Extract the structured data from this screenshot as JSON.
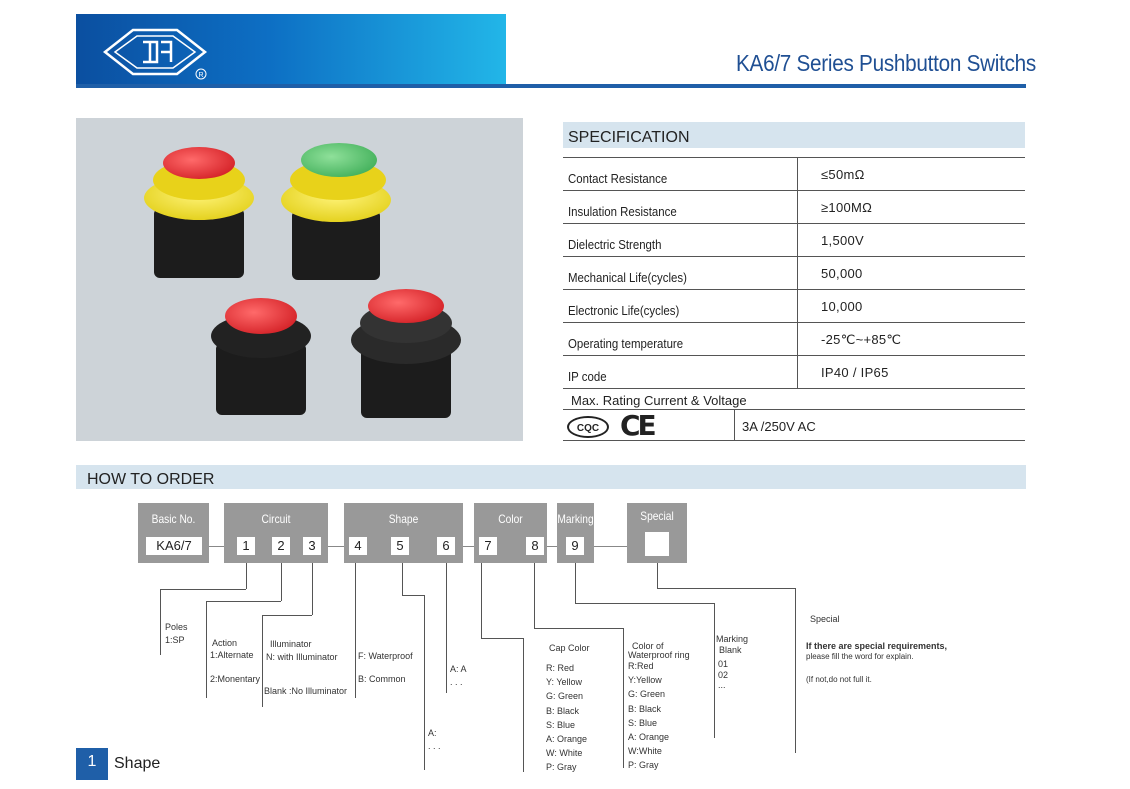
{
  "header": {
    "title": "KA6/7 Series Pushbutton Switchs"
  },
  "spec": {
    "title": "SPECIFICATION",
    "rows": [
      {
        "label": "Contact Resistance",
        "value": "≤50mΩ"
      },
      {
        "label": "Insulation Resistance",
        "value": "≥100MΩ"
      },
      {
        "label": "Dielectric Strength",
        "value": "1,500V"
      },
      {
        "label": "Mechanical Life(cycles)",
        "value": "50,000"
      },
      {
        "label": "Electronic   Life(cycles)",
        "value": "10,000"
      },
      {
        "label": "Operating temperature",
        "value": "-25℃~+85℃"
      },
      {
        "label": "IP code",
        "value": "IP40  /  IP65"
      }
    ],
    "rating_label": "Max. Rating Current & Voltage",
    "rating_value": "3A  /250V AC",
    "cert_cqc": "CQC",
    "cert_ce": "CE"
  },
  "order": {
    "title": "HOW TO ORDER",
    "groups": {
      "basic": "Basic No.",
      "circuit": "Circuit",
      "shape": "Shape",
      "color": "Color",
      "marking": "Marking",
      "special": "Special"
    },
    "cells": {
      "basic": "KA6/7",
      "c1": "1",
      "c2": "2",
      "c3": "3",
      "c4": "4",
      "c5": "5",
      "c6": "6",
      "c7": "7",
      "c8": "8",
      "c9": "9"
    },
    "poles": {
      "title": "Poles",
      "v": "1:SP"
    },
    "action": {
      "title": "Action",
      "a": "1:Alternate",
      "m": "2:Monentary"
    },
    "illum": {
      "title": "Illuminator",
      "n": "N: with  Illuminator",
      "blank": "Blank  :No Illuminator"
    },
    "shape_opts": {
      "f": "F: Waterproof",
      "b": "B: Common"
    },
    "a_opts": {
      "a1": "A:  A",
      "d1": ". . .",
      "a2": "A:",
      "d2": ". . ."
    },
    "cap": {
      "title": "Cap Color",
      "items": [
        "R:  Red",
        "Y:  Yellow",
        "G:  Green",
        "B:  Black",
        "S:  Blue",
        "A:  Orange",
        "W:  White",
        "P:  Gray"
      ]
    },
    "ring": {
      "title1": "Color of",
      "title2": "Waterproof ring",
      "items": [
        "R:Red",
        "Y:Yellow",
        "G: Green",
        "B: Black",
        "S:  Blue",
        "A: Orange",
        "W:White",
        "P: Gray"
      ]
    },
    "marking": {
      "t1": "Marking",
      "t2": "Blank",
      "items": [
        "01",
        "02",
        "..."
      ]
    },
    "special": {
      "title": "Special",
      "l1": "If there are special requirements,",
      "l2": "please fill the word for explain.",
      "l3": "(If not,do not full it."
    }
  },
  "section": {
    "num": "1",
    "title": "Shape"
  },
  "colors": {
    "header_blue": "#1f5fa8",
    "band": "#d6e4ee",
    "box_gray": "#999999"
  }
}
